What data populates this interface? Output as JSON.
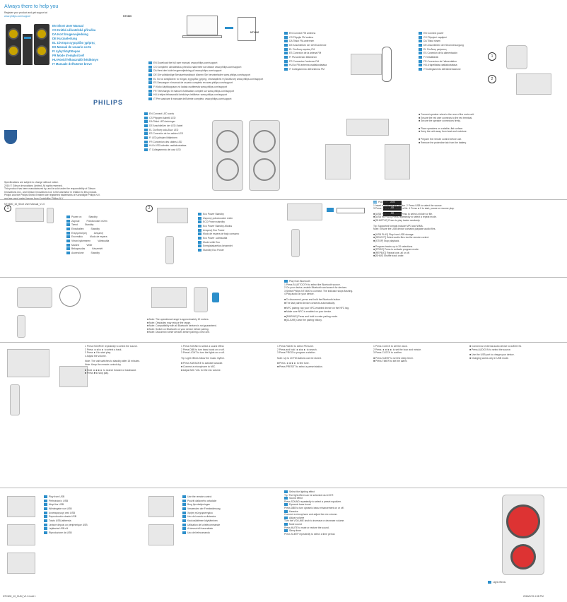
{
  "cover": {
    "headline": "Always there to help you",
    "subline1": "Register your product and get support at",
    "subline2": "www.philips.com/support",
    "model": "NTX600",
    "brand": "PHILIPS",
    "languages": [
      "EN Short User Manual",
      "CS Krátká uživatelská příručka",
      "DA Kort brugervejledning",
      "DE Kurzanleitung",
      "EL Σύντομο εγχειρίδιο χρήσης",
      "ES Manual de usuario corto",
      "FI Lyhyt käyttöopas",
      "FR Mode d'emploi bref",
      "HU Rövid felhasználói kézikönyv",
      "IT Manuale dell'utente breve"
    ],
    "footer_code": "NTX600_10_Short User Manual_V1.0",
    "legal": [
      "Specifications are subject to change without notice.",
      "2016 © Gibson Innovations Limited. All rights reserved.",
      "This product has been manufactured by, and is sold under the responsibility of Gibson",
      "Innovations Ltd., and Gibson Innovations Ltd. is the warrantor in relation to this product.",
      "Philips and the Philips Shield Emblem are registered trademarks of Koninklijke Philips N.V.",
      "and are used under license from Koninklijke Philips N.V."
    ]
  },
  "manual_lines": [
    "EN Download the full user manual: www.philips.com/support",
    "CS Kompletní uživatelskou příručku naleznete na stránce www.philips.com/support",
    "DA Hent den fulde brugervejledning på www.philips.com/support",
    "DE Die vollständige Benutzerhandbuch können Sie herunterladen www.philips.com/support",
    "EL Για να κατεβάσετε το πλήρες εγχειρίδιο χρήσης, επισκεφθείτε τη διεύθυνση www.philips.com/support",
    "ES Descargue el manual de usuario completo en www.philips.com/support",
    "FI Koko käyttöoppaan voi ladata osoitteesta www.philips.com/support",
    "FR Téléchargez le manuel d'utilisation complet sur www.philips.com/support",
    "HU A teljes felhasználói kézikönyv letöltése: www.philips.com/support",
    "IT Per scaricare il manuale dell'utente completo: www.philips.com/support"
  ],
  "connect_fm": [
    "EN Connect FM antenna",
    "CS Připojte FM anténu",
    "DA Tilslut FM-antennen",
    "DE Anschließen der UKW-Antenne",
    "EL Σύνδεση κεραίας FM",
    "ES Conexión de la antena FM",
    "FI FM-antennin liittäminen",
    "FR Connectez l'antenne FM",
    "HU Az FM antenna csatlakoztatása",
    "IT Collegamento dell'antenna FM"
  ],
  "connect_power": [
    "EN Connect power",
    "CS Připojení napájení",
    "DA Tilslut strøm",
    "DE Anschließen der Stromversorgung",
    "EL Σύνδεση ρεύματος",
    "ES Conexión de la alimentación",
    "FI Virtaliitäntä",
    "FR Connexion de l'alimentation",
    "HU A tápellátás csatlakoztatása",
    "IT Collegamento dell'alimentazione"
  ],
  "connect_leds": [
    "EN Connect LED cords",
    "CS Připojení kabelů LED",
    "DA Tilslut LED-ledninger",
    "DE Anschließen der LED-Kabel",
    "EL Σύνδεση καλωδίων LED",
    "ES Conexión de los cables LED",
    "FI LED-johtojen liittäminen",
    "FR Connexion des câbles LED",
    "HU A LED-kábelek csatlakoztatása",
    "IT Collegamento dei cavi LED"
  ],
  "power_labels": {
    "power_on": "Power on",
    "standby": "Standby",
    "remote_label": "Remote control"
  },
  "usb_badge": "USB",
  "usb_title": "Play from USB",
  "display_codes": [
    "USB",
    "CD",
    "FM"
  ],
  "bt_title": "Play from Bluetooth",
  "page_footer_left": "NTX600_10_SUM_V1.0.indd 1",
  "page_footer_right": "2016/2/19 4:08 PM"
}
